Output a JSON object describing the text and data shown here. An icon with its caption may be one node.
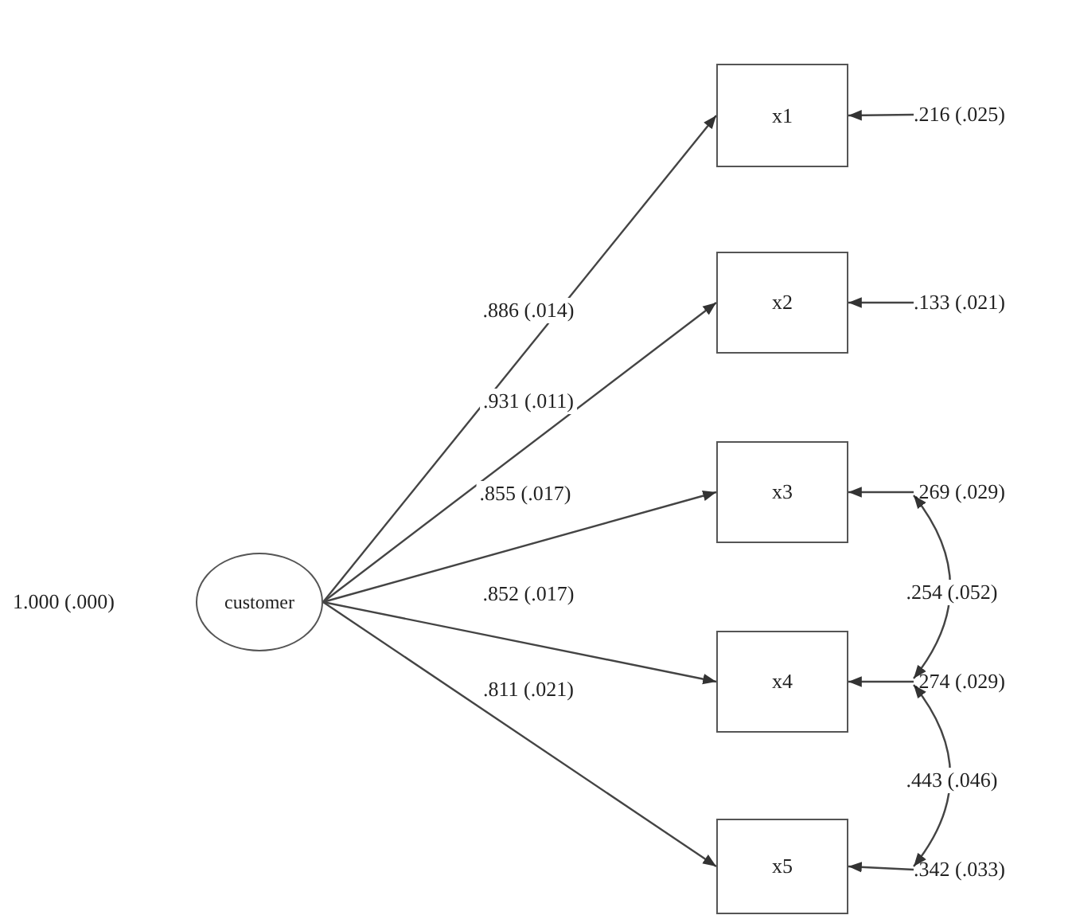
{
  "diagram": {
    "nodes": [
      {
        "text": [
          "customer"
        ],
        "beside": [
          "1.000 (.000)"
        ]
      },
      {
        "text": [
          "x1"
        ]
      },
      {
        "text": [
          "x2"
        ]
      },
      {
        "text": [
          "x3"
        ]
      },
      {
        "text": [
          "x4"
        ]
      },
      {
        "text": [
          "x5"
        ]
      },
      {
        "text": [
          ".216 (.025)"
        ]
      },
      {
        "text": [
          ".133 (.021)"
        ]
      },
      {
        "text": [
          ".269 (.029)"
        ]
      },
      {
        "text": [
          ".274 (.029)"
        ]
      },
      {
        "text": [
          ".342 (.033)"
        ]
      }
    ],
    "edges": [
      {
        "from": 0,
        "to": 1,
        "arrow": "to",
        "label": ".886 (.014)"
      },
      {
        "from": 0,
        "to": 2,
        "arrow": "to",
        "label": ".931 (.011)"
      },
      {
        "from": 0,
        "to": 3,
        "arrow": "to",
        "label": ".855 (.017)"
      },
      {
        "from": 0,
        "to": 4,
        "arrow": "to",
        "label": ".852 (.017)"
      },
      {
        "from": 0,
        "to": 5,
        "arrow": "to",
        "label": ".811 (.021)"
      },
      {
        "from": 6,
        "to": 1,
        "arrow": "to"
      },
      {
        "from": 7,
        "to": 2,
        "arrow": "to"
      },
      {
        "from": 8,
        "to": 3,
        "arrow": "to"
      },
      {
        "from": 9,
        "to": 4,
        "arrow": "to"
      },
      {
        "from": 10,
        "to": 5,
        "arrow": "to"
      },
      {
        "from": 8,
        "to": 9,
        "arrow": "both",
        "label": ".254 (.052)"
      },
      {
        "from": 9,
        "to": 10,
        "arrow": "both",
        "label": ".443 (.046)"
      }
    ]
  }
}
